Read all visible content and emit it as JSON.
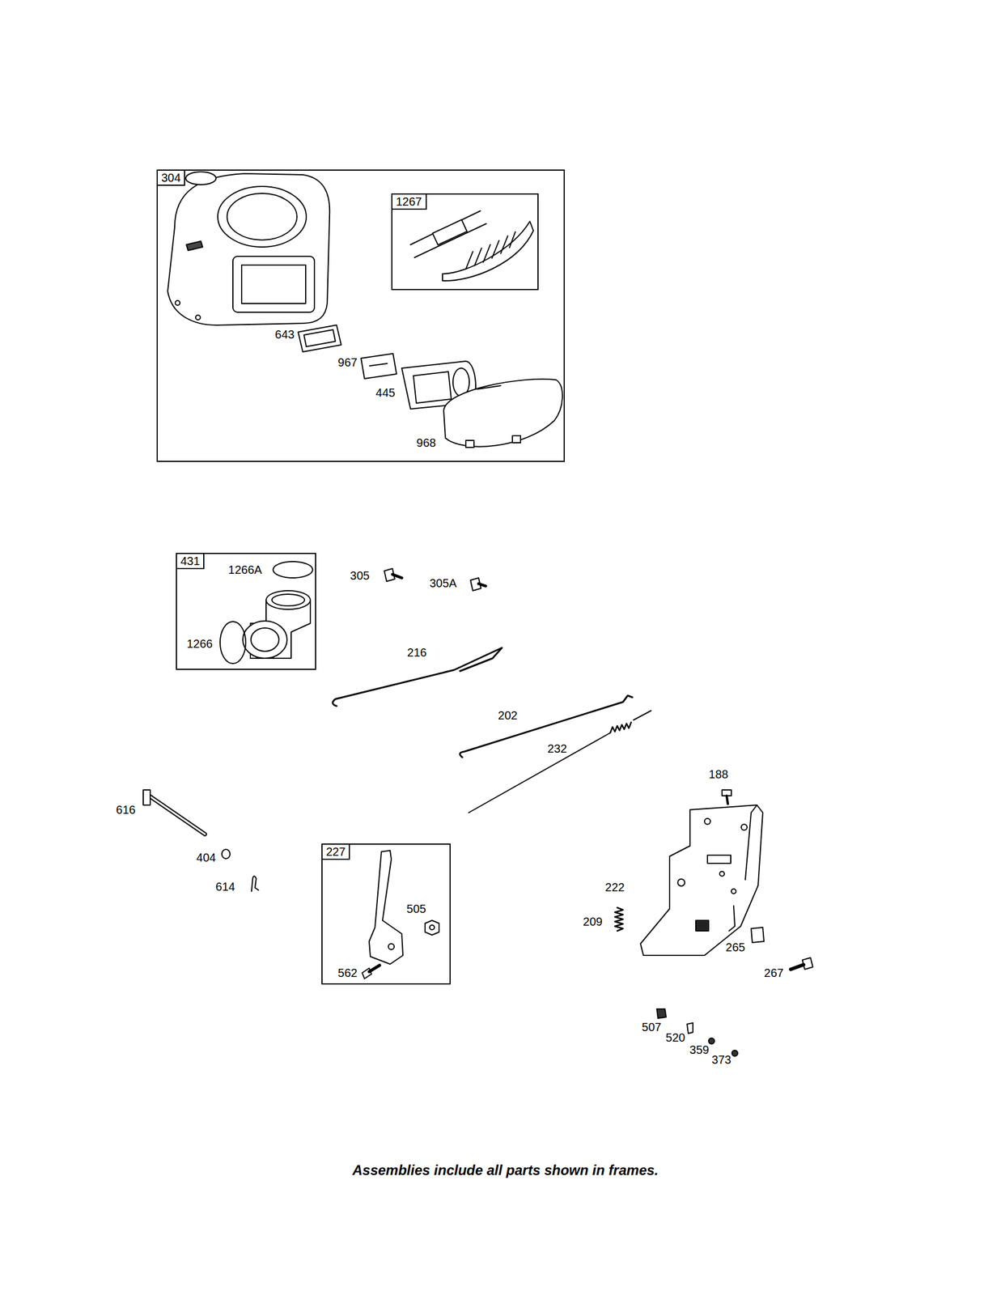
{
  "diagram": {
    "caption": "Assemblies include all parts shown in frames.",
    "nodes": [
      {
        "text": [
          "304"
        ]
      },
      {
        "text": [
          "1267"
        ],
        "in": 0
      },
      {
        "text": [
          "431"
        ]
      },
      {
        "text": [
          "227"
        ]
      }
    ],
    "labels": [
      "643",
      "967",
      "445",
      "968",
      "1266A",
      "1266",
      "305",
      "305A",
      "216",
      "202",
      "232",
      "188",
      "616",
      "404",
      "614",
      "505",
      "562",
      "222",
      "209",
      "265",
      "267",
      "507",
      "520",
      "359",
      "373"
    ]
  }
}
